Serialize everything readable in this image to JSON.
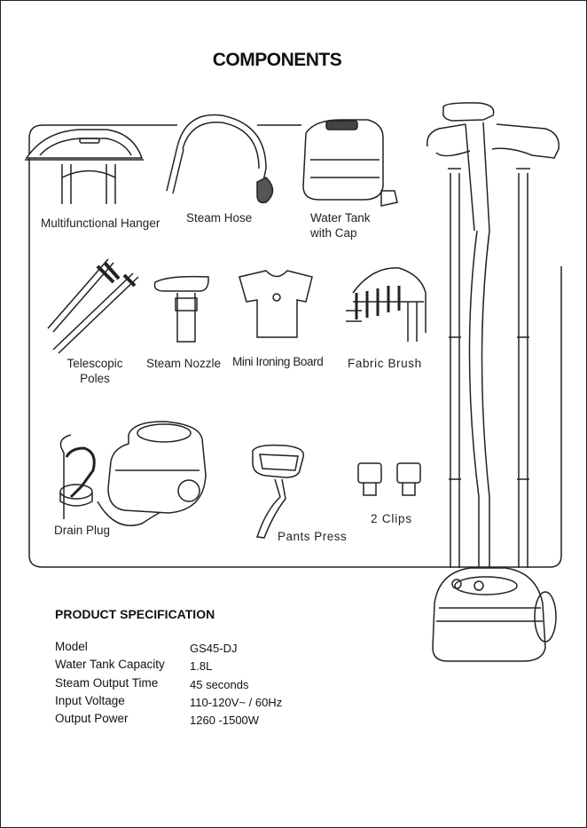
{
  "title": "COMPONENTS",
  "components": [
    {
      "label": "Multifunctional Hanger"
    },
    {
      "label": "Steam Hose"
    },
    {
      "label": "Water Tank\nwith Cap"
    },
    {
      "label": "Telescopic\nPoles"
    },
    {
      "label": "Steam Nozzle"
    },
    {
      "label": "Mini Ironing Board"
    },
    {
      "label": "Fabric Brush"
    },
    {
      "label": "Drain Plug"
    },
    {
      "label": "Pants Press"
    },
    {
      "label": "2 Clips"
    }
  ],
  "specification": {
    "title": "PRODUCT SPECIFICATION",
    "rows": [
      {
        "key": "Model",
        "value": "GS45-DJ"
      },
      {
        "key": "Water Tank Capacity",
        "value": "1.8L"
      },
      {
        "key": "Steam Output Time",
        "value": "45 seconds"
      },
      {
        "key": "Input Voltage",
        "value": "110-120V~ / 60Hz"
      },
      {
        "key": "Output Power",
        "value": "1260 -1500W"
      }
    ]
  }
}
